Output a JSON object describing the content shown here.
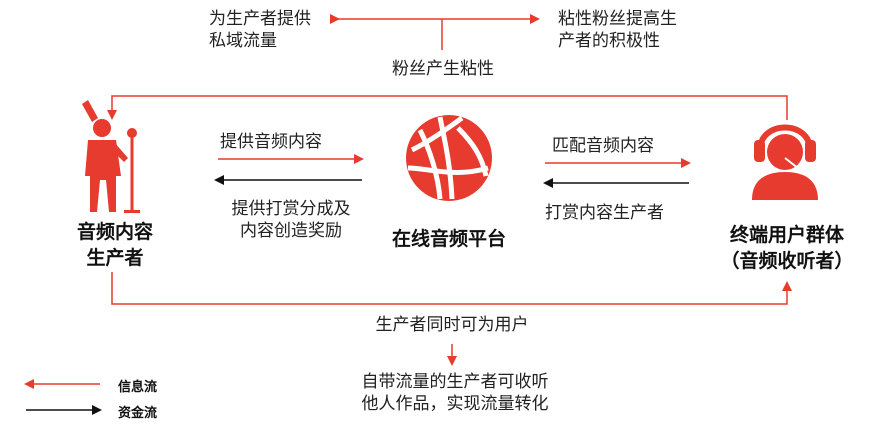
{
  "colors": {
    "info_flow": "#e63b2e",
    "money_flow": "#111111",
    "icon": "#e63b2e"
  },
  "top": {
    "left_label": "为生产者提供\n私域流量",
    "right_label": "粘性粉丝提高生\n产者的积极性",
    "center_label": "粉丝产生粘性"
  },
  "nodes": {
    "creator": {
      "label": "音频内容\n生产者",
      "icon": "singer-icon"
    },
    "platform": {
      "label": "在线音频平台",
      "icon": "globe-icon"
    },
    "users": {
      "label": "终端用户群体\n（音频收听者）",
      "icon": "listener-icon"
    }
  },
  "flows": {
    "creator_to_platform": "提供音频内容",
    "platform_to_creator": "提供打赏分成及\n内容创造奖励",
    "platform_to_users": "匹配音频内容",
    "users_to_platform": "打赏内容生产者"
  },
  "bottom": {
    "loop_label": "生产者同时可为用户",
    "result_label": "自带流量的生产者可收听\n他人作品，实现流量转化"
  },
  "legend": {
    "info": "信息流",
    "money": "资金流"
  }
}
